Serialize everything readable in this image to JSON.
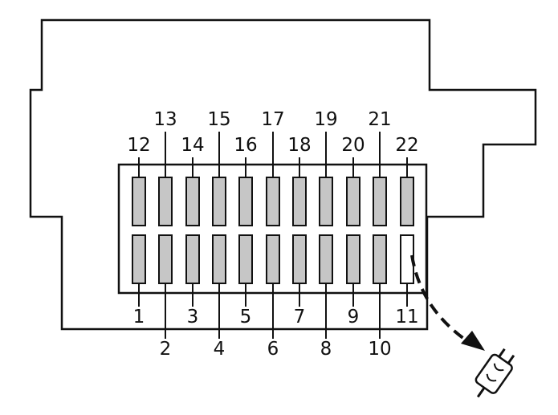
{
  "fuse_box": {
    "top_row": [
      {
        "number": "12",
        "filled": true
      },
      {
        "number": "14",
        "filled": true
      },
      {
        "number": "16",
        "filled": true
      },
      {
        "number": "18",
        "filled": true
      },
      {
        "number": "20",
        "filled": true
      },
      {
        "number": "22",
        "filled": true
      }
    ],
    "top_row_raised": [
      {
        "number": "13",
        "filled": true
      },
      {
        "number": "15",
        "filled": true
      },
      {
        "number": "17",
        "filled": true
      },
      {
        "number": "19",
        "filled": true
      },
      {
        "number": "21",
        "filled": true
      }
    ],
    "bottom_row_low": [
      {
        "number": "1",
        "filled": true
      },
      {
        "number": "3",
        "filled": true
      },
      {
        "number": "5",
        "filled": true
      },
      {
        "number": "7",
        "filled": true
      },
      {
        "number": "9",
        "filled": true
      },
      {
        "number": "11",
        "filled": false
      }
    ],
    "bottom_row_lower": [
      {
        "number": "2",
        "filled": true
      },
      {
        "number": "4",
        "filled": true
      },
      {
        "number": "6",
        "filled": true
      },
      {
        "number": "8",
        "filled": true
      },
      {
        "number": "10",
        "filled": true
      }
    ]
  },
  "colors": {
    "fuse_fill": "#c6c6c6",
    "empty_fill": "#ffffff",
    "stroke": "#111111"
  },
  "icons": {
    "plug": "power-plug-icon",
    "arrow": "dashed-arrow"
  }
}
